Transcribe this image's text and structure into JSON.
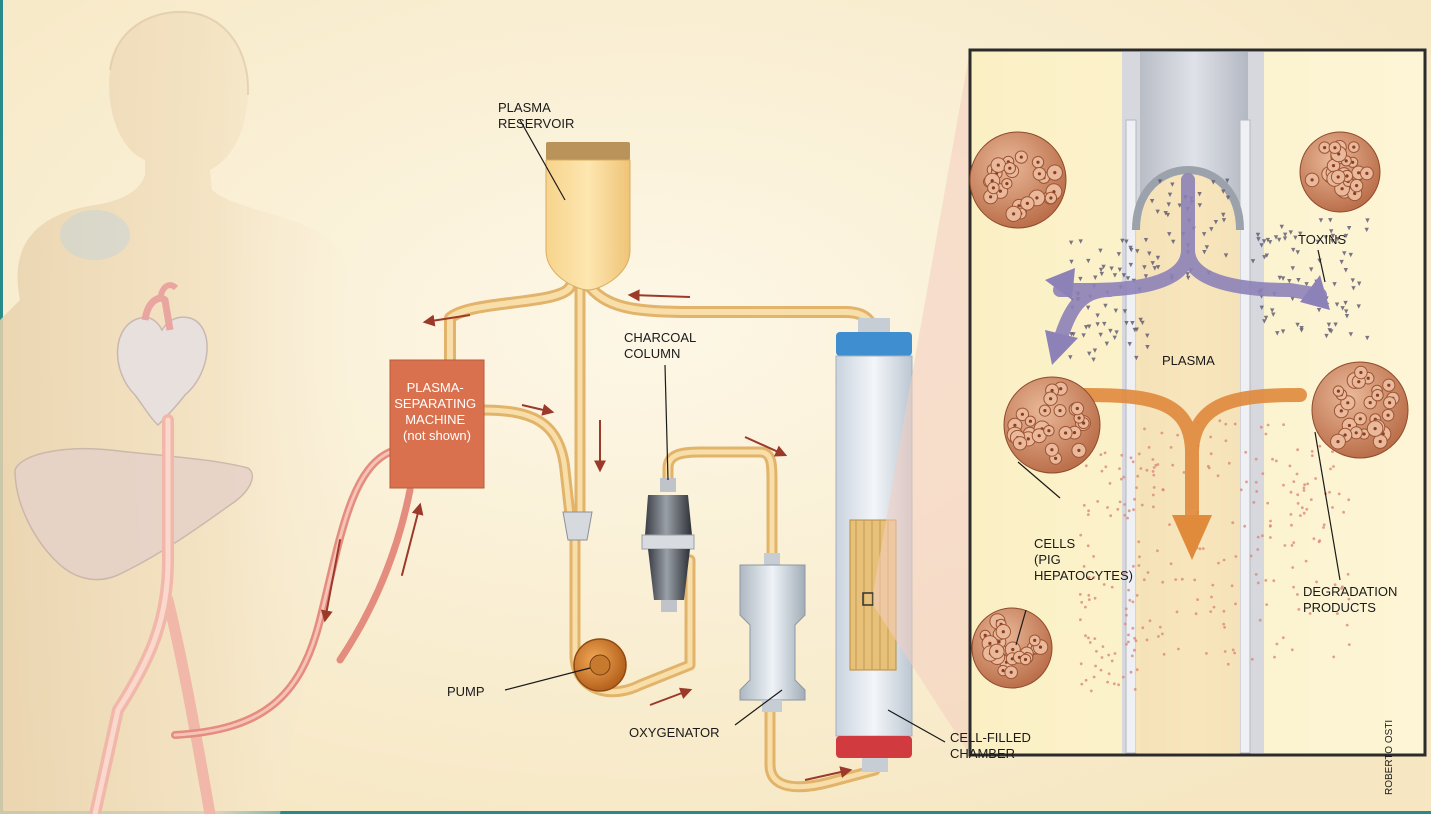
{
  "labels": {
    "plasma_reservoir": [
      "PLASMA",
      "RESERVOIR"
    ],
    "plasma_separating_machine": [
      "PLASMA-",
      "SEPARATING",
      "MACHINE",
      "(not shown)"
    ],
    "charcoal_column": [
      "CHARCOAL",
      "COLUMN"
    ],
    "pump": "PUMP",
    "oxygenator": "OXYGENATOR",
    "cell_filled_chamber": [
      "CELL-FILLED",
      "CHAMBER"
    ],
    "toxins": "TOXINS",
    "plasma": "PLASMA",
    "cells": [
      "CELLS",
      "(PIG",
      "HEPATOCYTES)"
    ],
    "degradation_products": [
      "DEGRADATION",
      "PRODUCTS"
    ]
  },
  "credit": "ROBERTO OSTI",
  "colors": {
    "background": "#fbf3dd",
    "tubing": "#f0c98a",
    "machine": "#d9714f",
    "toxin_arrow": "#8d82b8",
    "degradation_arrow": "#e08a3c",
    "cell_cluster": "#c9825f",
    "teal_frame": "#2a8a8a"
  }
}
